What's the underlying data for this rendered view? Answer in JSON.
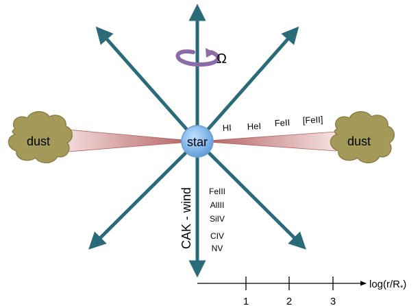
{
  "colors": {
    "arrow": "#2a6b7a",
    "star_fill_inner": "#bfe0ff",
    "star_fill_outer": "#5b9bd8",
    "star_stroke": "#6f9fd0",
    "disk_light": "#f6e2e2",
    "disk_dark": "#b05a5a",
    "cloud_fill": "#a39a5a",
    "cloud_stroke": "#8a8048",
    "rotation_arrow": "#8c6ca8",
    "axis": "#000000"
  },
  "labels": {
    "star": "star",
    "dust_left": "dust",
    "dust_right": "dust",
    "omega": "Ω",
    "wind": "CAK - wind",
    "disk_species": [
      "HI",
      "HeI",
      "FeII",
      "[FeII]"
    ],
    "wind_species": [
      "FeIII",
      "AlIII",
      "SiIV",
      "CIV",
      "NV"
    ],
    "axis_label": "log(r/R",
    "axis_subscript": "*",
    "axis_close": ")",
    "axis_ticks": [
      "1",
      "2",
      "3"
    ]
  },
  "icons": {
    "rotation": "curved-rotation-arrow-icon",
    "dust": "cloud-icon"
  }
}
